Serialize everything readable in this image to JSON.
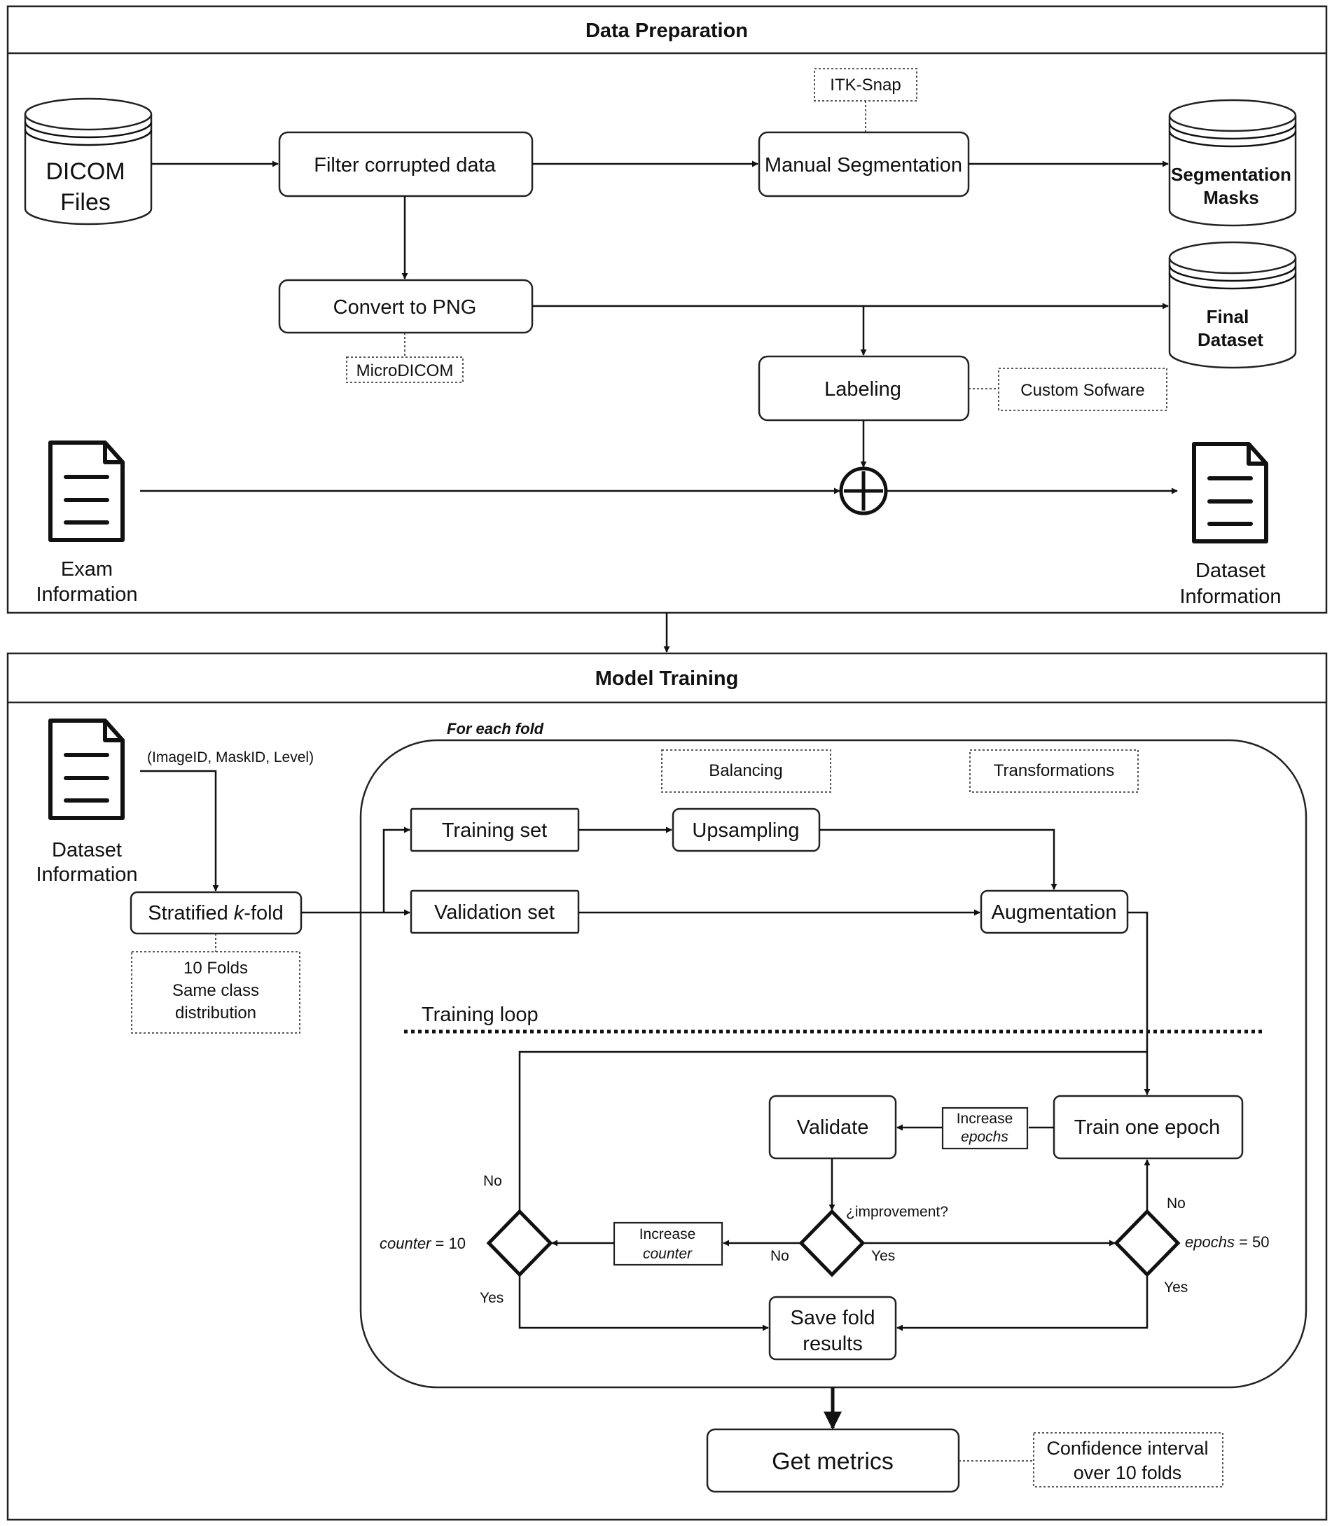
{
  "sections": {
    "data_preparation": "Data Preparation",
    "model_training": "Model Training"
  },
  "prep": {
    "dicom_line1": "DICOM",
    "dicom_line2": "Files",
    "filter": "Filter corrupted data",
    "itk_snap": "ITK-Snap",
    "manual_segmentation": "Manual Segmentation",
    "seg_masks_line1": "Segmentation",
    "seg_masks_line2": "Masks",
    "convert": "Convert to PNG",
    "microdicom": "MicroDICOM",
    "final_line1": "Final",
    "final_line2": "Dataset",
    "labeling": "Labeling",
    "custom_software": "Custom Sofware",
    "exam_line1": "Exam",
    "exam_line2": "Information",
    "dataset_info_line1": "Dataset",
    "dataset_info_line2": "Information"
  },
  "training": {
    "dataset_info_line1": "Dataset",
    "dataset_info_line2": "Information",
    "tuple_label": "(ImageID, MaskID, Level)",
    "stratified_prefix": "Stratified ",
    "stratified_k": "k",
    "stratified_suffix": "-fold",
    "folds_line1": "10 Folds",
    "folds_line2": "Same class",
    "folds_line3": "distribution",
    "for_each_fold": "For each fold",
    "balancing": "Balancing",
    "transformations": "Transformations",
    "training_set": "Training set",
    "upsampling": "Upsampling",
    "validation_set": "Validation set",
    "augmentation": "Augmentation",
    "training_loop": "Training loop",
    "validate": "Validate",
    "increase_epochs_line1": "Increase",
    "increase_epochs_line2": "epochs",
    "train_one_epoch": "Train one epoch",
    "improvement": "¿improvement?",
    "increase_counter_line1": "Increase",
    "increase_counter_line2": "counter",
    "counter_var": "counter",
    "counter_eq": " = 10",
    "epochs_var": "epochs",
    "epochs_eq": " = 50",
    "no": "No",
    "yes": "Yes",
    "save_line1": "Save fold",
    "save_line2": "results",
    "get_metrics": "Get metrics",
    "ci_line1": "Confidence interval",
    "ci_line2": "over 10 folds"
  }
}
